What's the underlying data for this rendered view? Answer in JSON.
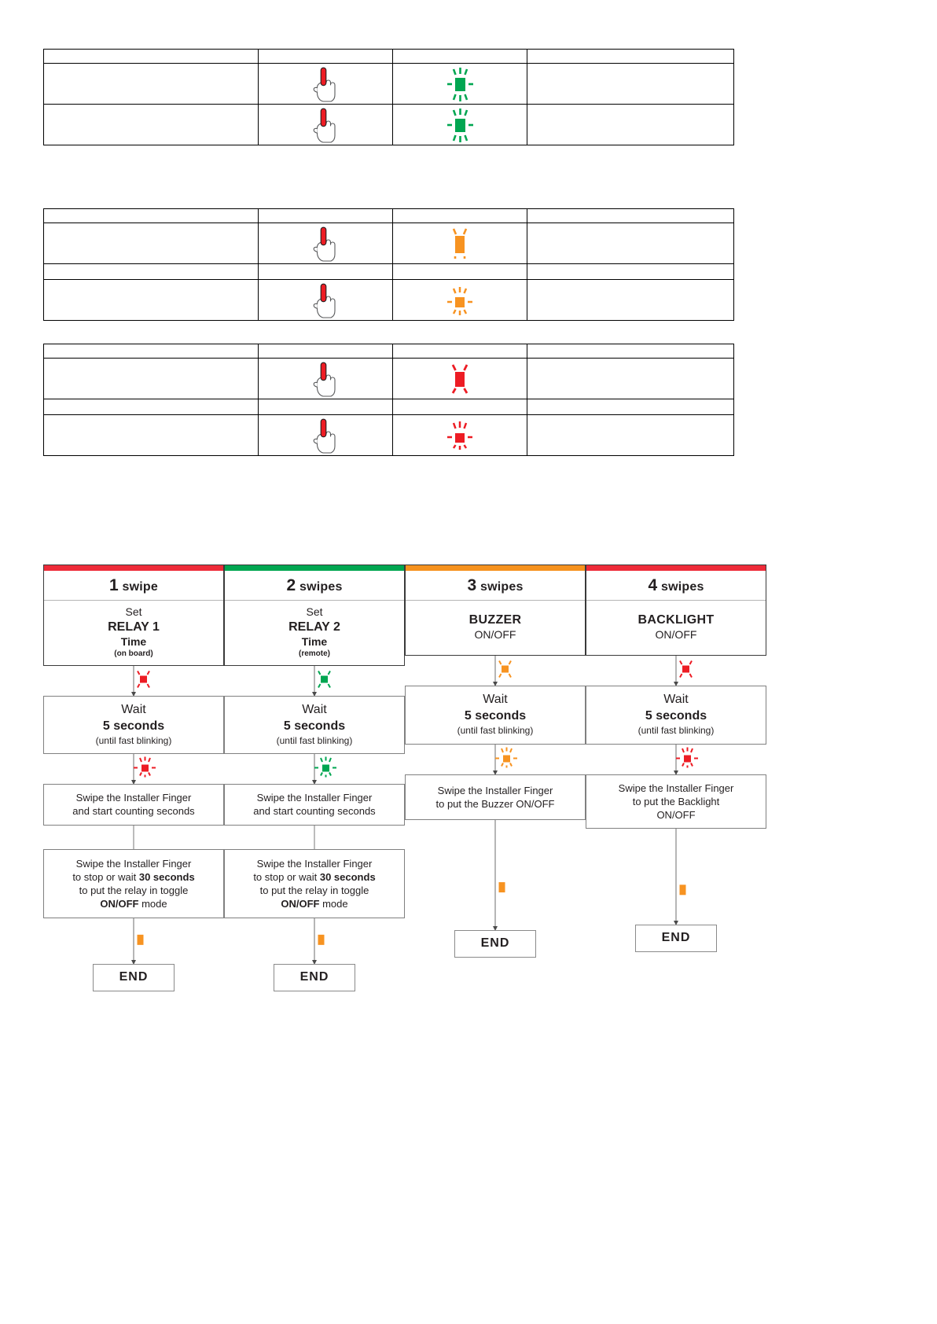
{
  "document": {
    "title": "Installer Finger Swipe Configuration",
    "background_color": "#ffffff"
  },
  "colors": {
    "red": "#ED1C24",
    "red_header": "#EE2B39",
    "green": "#00A651",
    "green_led": "#00A651",
    "orange": "#F6921E",
    "orange_led": "#F79321",
    "table_border": "#000000",
    "node_border": "#808080",
    "connector": "#6D6D6D",
    "text": "#231F20"
  },
  "tables": [
    {
      "name": "green-led-table",
      "columns": [
        "",
        "",
        "",
        ""
      ],
      "rows": [
        {
          "type": "header",
          "cells": [
            "",
            "",
            "",
            ""
          ]
        },
        {
          "type": "icon",
          "cells": [
            "",
            "finger-swipe-icon",
            "led-green-blink-icon",
            ""
          ]
        },
        {
          "type": "icon",
          "cells": [
            "",
            "finger-swipe-icon",
            "led-green-blink-icon",
            ""
          ]
        }
      ]
    },
    {
      "name": "orange-led-table",
      "columns": [
        "",
        "",
        "",
        ""
      ],
      "rows": [
        {
          "type": "header",
          "cells": [
            "",
            "",
            "",
            ""
          ]
        },
        {
          "type": "icon",
          "cells": [
            "",
            "finger-swipe-icon",
            "led-orange-solid-icon",
            ""
          ]
        },
        {
          "type": "thin",
          "cells": [
            "",
            "",
            "",
            ""
          ]
        },
        {
          "type": "icon",
          "cells": [
            "",
            "finger-swipe-icon",
            "led-orange-blink-icon",
            ""
          ]
        }
      ]
    },
    {
      "name": "red-led-table",
      "columns": [
        "",
        "",
        "",
        ""
      ],
      "rows": [
        {
          "type": "header",
          "cells": [
            "",
            "",
            "",
            ""
          ]
        },
        {
          "type": "icon",
          "cells": [
            "",
            "finger-swipe-icon",
            "led-red-solid-icon",
            ""
          ]
        },
        {
          "type": "thin",
          "cells": [
            "",
            "",
            "",
            ""
          ]
        },
        {
          "type": "icon",
          "cells": [
            "",
            "finger-swipe-icon",
            "led-red-blink-icon",
            ""
          ]
        }
      ]
    }
  ],
  "flowchart": {
    "end_label": "END",
    "columns": [
      {
        "accent_color": "#EE2B39",
        "swipe_number": "1",
        "swipe_word": "swipe",
        "start_lines": [
          "Set",
          "RELAY 1",
          "Time",
          "(on board)"
        ],
        "led_after_start": "led-red-slow-blink-icon",
        "wait_lines": [
          "Wait",
          "5 seconds",
          "(until fast blinking)"
        ],
        "led_after_wait": "led-red-fast-blink-icon",
        "action_lines": [
          "Swipe the Installer Finger",
          "and start counting seconds"
        ],
        "action2_lines": [
          "Swipe the Installer Finger",
          "to stop or wait 30 seconds",
          "to put the relay in toggle",
          "ON/OFF mode"
        ],
        "led_before_end": "led-orange-small-icon"
      },
      {
        "accent_color": "#00A651",
        "swipe_number": "2",
        "swipe_word": "swipes",
        "start_lines": [
          "Set",
          "RELAY 2",
          "Time",
          "(remote)"
        ],
        "led_after_start": "led-green-slow-blink-icon",
        "wait_lines": [
          "Wait",
          "5 seconds",
          "(until fast blinking)"
        ],
        "led_after_wait": "led-green-fast-blink-icon",
        "action_lines": [
          "Swipe the Installer Finger",
          "and start counting seconds"
        ],
        "action2_lines": [
          "Swipe the Installer Finger",
          "to stop or wait 30 seconds",
          "to put the relay in toggle",
          "ON/OFF mode"
        ],
        "led_before_end": "led-orange-small-icon"
      },
      {
        "accent_color": "#F6921E",
        "swipe_number": "3",
        "swipe_word": "swipes",
        "start_lines": [
          "BUZZER",
          "ON/OFF"
        ],
        "led_after_start": "led-orange-slow-blink-icon",
        "wait_lines": [
          "Wait",
          "5 seconds",
          "(until fast blinking)"
        ],
        "led_after_wait": "led-orange-fast-blink-icon",
        "action_lines": [
          "Swipe the Installer Finger",
          "to put the Buzzer ON/OFF"
        ],
        "action2_lines": [],
        "led_before_end": "led-orange-small-icon"
      },
      {
        "accent_color": "#EE2B39",
        "swipe_number": "4",
        "swipe_word": "swipes",
        "start_lines": [
          "BACKLIGHT",
          "ON/OFF"
        ],
        "led_after_start": "led-red-slow-blink-icon",
        "wait_lines": [
          "Wait",
          "5 seconds",
          "(until fast blinking)"
        ],
        "led_after_wait": "led-red-fast-blink-icon",
        "action_lines": [
          "Swipe the Installer Finger",
          "to put the Backlight",
          "ON/OFF"
        ],
        "action2_lines": [],
        "led_before_end": "led-orange-small-icon"
      }
    ]
  }
}
